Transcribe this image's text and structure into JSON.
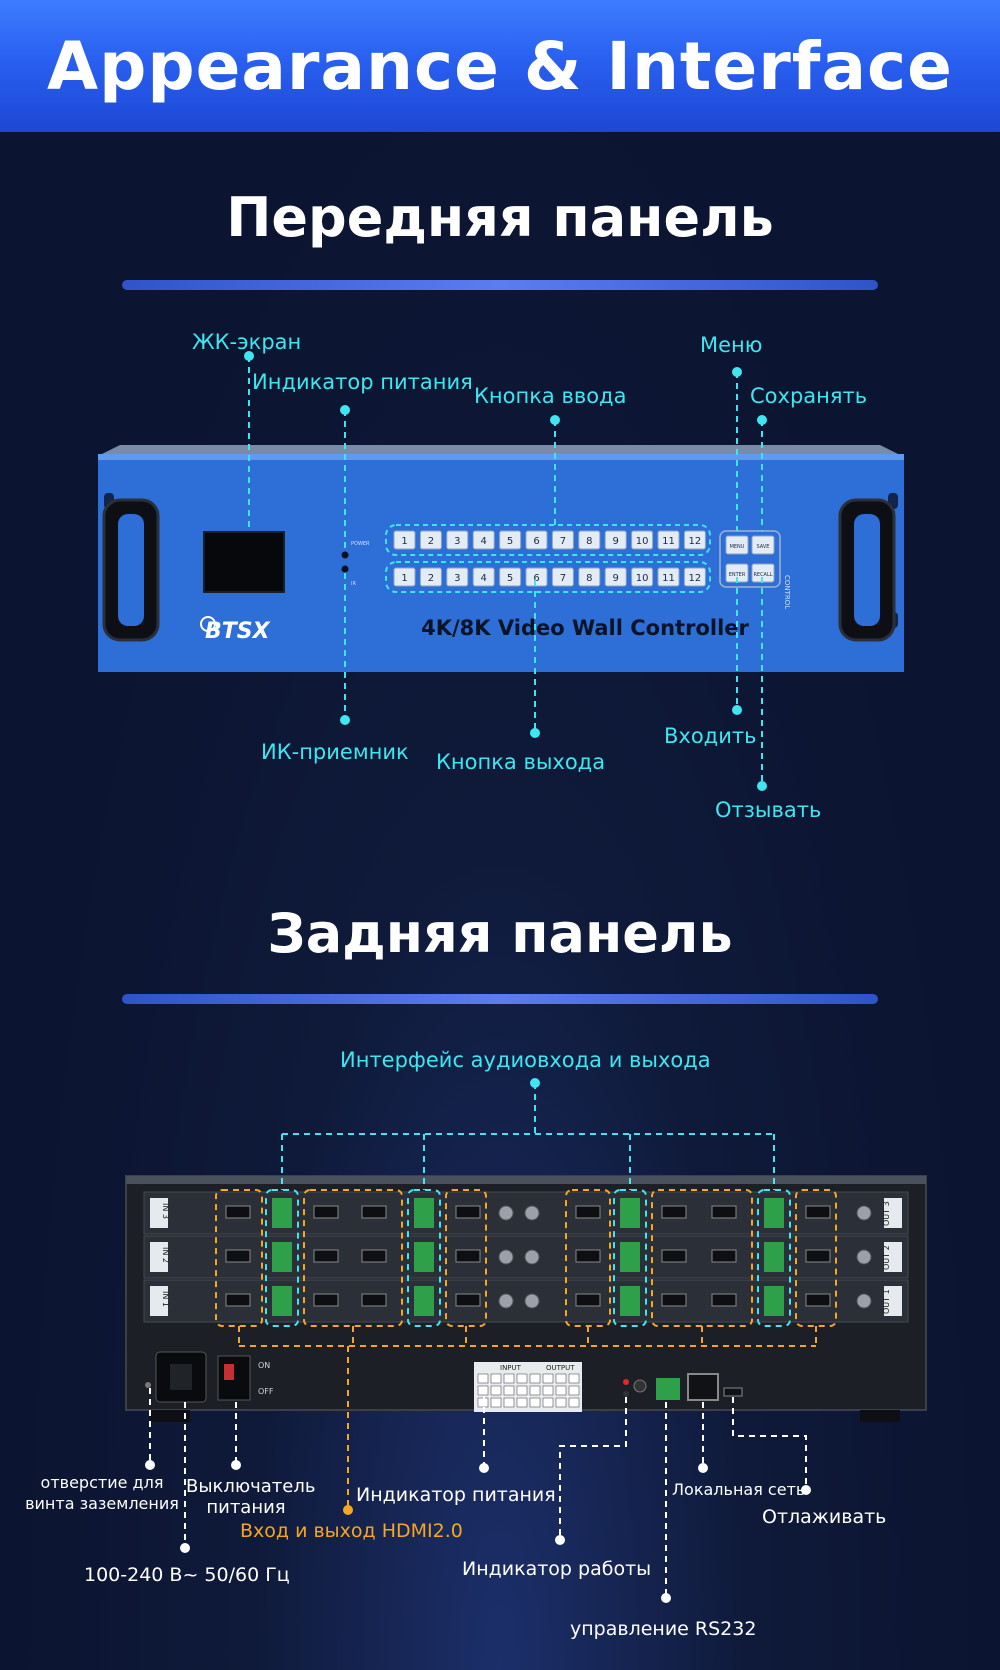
{
  "banner": {
    "title": "Appearance & Interface"
  },
  "front": {
    "title": "Передняя панель",
    "device": {
      "brand": "BTSX",
      "model_text": "4K/8K Video Wall Controller",
      "buttons": [
        "1",
        "2",
        "3",
        "4",
        "5",
        "6",
        "7",
        "8",
        "9",
        "10",
        "11",
        "12"
      ],
      "side_buttons": [
        "MENU",
        "SAVE",
        "ENTER",
        "RECALL"
      ],
      "side_caption": "CONTROL",
      "indicator_top": "POWER",
      "indicator_bottom": "IR"
    },
    "labels": {
      "lcd": "ЖК-экран",
      "power_indicator": "Индикатор питания",
      "input_button": "Кнопка ввода",
      "menu": "Меню",
      "save": "Сохранять",
      "ir": "ИК-приемник",
      "output_button": "Кнопка выхода",
      "enter": "Входить",
      "recall": "Отзывать"
    }
  },
  "rear": {
    "title": "Задняя панель",
    "device": {
      "left_tags": [
        "IN 3",
        "IN 2",
        "IN 1"
      ],
      "right_tags": [
        "OUT 3",
        "OUT 2",
        "OUT 1"
      ],
      "switch_on": "ON",
      "switch_off": "OFF",
      "input_head": "INPUT",
      "output_head": "OUTPUT"
    },
    "labels": {
      "audio": "Интерфейс аудиовхода и выхода",
      "ground_1": "отверстие для",
      "ground_2": "винта заземления",
      "switch_1": "Выключатель",
      "switch_2": "питания",
      "power_indicator": "Индикатор питания",
      "hdmi": "Вход и выход HDMI2.0",
      "lan": "Локальная сеть",
      "debug": "Отлаживать",
      "voltage": "100-240 В~ 50/60 Гц",
      "work_indicator": "Индикатор работы",
      "rs232": "управление RS232"
    }
  },
  "colors": {
    "accent": "#3fe6f0",
    "hdmi": "#f5a623",
    "banner": "#2a62f0",
    "panel_blue": "#2d6fd6"
  }
}
